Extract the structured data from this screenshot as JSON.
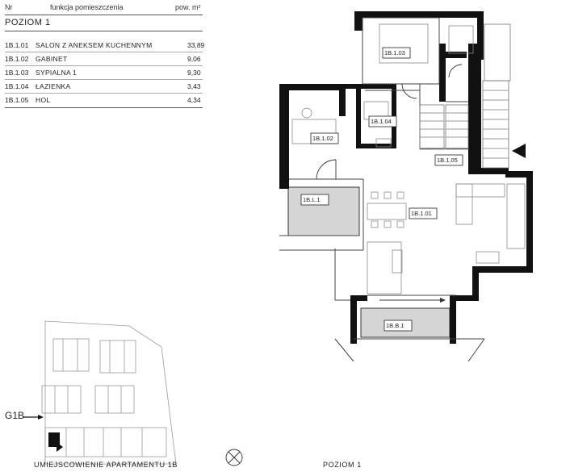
{
  "table": {
    "headers": {
      "nr": "Nr",
      "function": "funkcja pomieszczenia",
      "area": "pow. m²"
    },
    "level_title": "POZIOM 1",
    "rows": [
      {
        "nr": "1B.1.01",
        "name": "SALON Z ANEKSEM KUCHENNYM",
        "area": "33,89"
      },
      {
        "nr": "1B.1.02",
        "name": "GABINET",
        "area": "9,06"
      },
      {
        "nr": "1B.1.03",
        "name": "SYPIALNA 1",
        "area": "9,30"
      },
      {
        "nr": "1B.1.04",
        "name": "ŁAZIENKA",
        "area": "3,43"
      },
      {
        "nr": "1B.1.05",
        "name": "HOL",
        "area": "4,34"
      }
    ]
  },
  "plan": {
    "rooms": {
      "r101": "1B.1.01",
      "r102": "1B.1.02",
      "r103": "1B.1.03",
      "r104": "1B.1.04",
      "r105": "1B.1.05",
      "loggia": "1B.L.1",
      "balcony": "1B.B.1"
    },
    "caption": "POZIOM 1"
  },
  "site": {
    "marker": "G1B",
    "caption": "UMIEJSCOWIENIE APARTAMENTU 1B"
  },
  "colors": {
    "wall": "#111111",
    "highlight": "#d6d6d6",
    "line": "#8a8a8a"
  }
}
